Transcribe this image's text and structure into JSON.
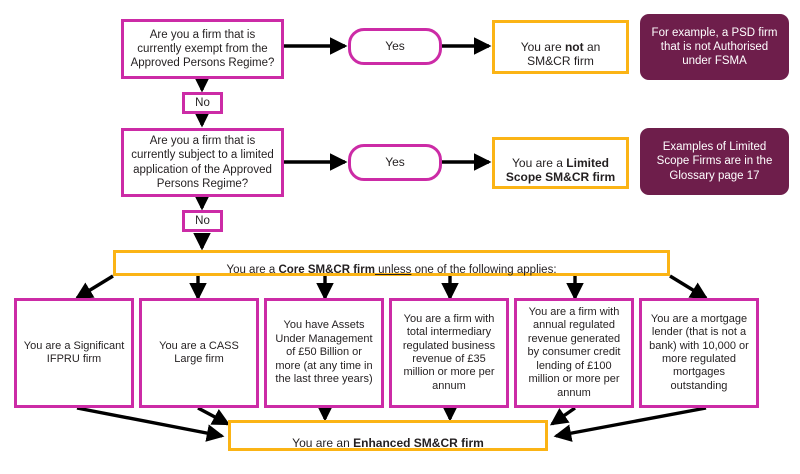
{
  "diagram": {
    "title": "SM&CR firm classification decision flowchart",
    "colors": {
      "magenta": "#CC2BA6",
      "orange": "#FBB415",
      "maroon": "#6E1E4B",
      "text": "#231f20",
      "arrow": "#000000",
      "background": "#ffffff"
    },
    "questions": [
      {
        "id": "q1",
        "text": "Are you a firm that is currently exempt from the Approved Persons Regime?"
      },
      {
        "id": "q2",
        "text": "Are you a firm that is currently subject to a limited application of the Approved Persons Regime?"
      }
    ],
    "branch_labels": {
      "yes_1": "Yes",
      "yes_2": "Yes",
      "no_1": "No",
      "no_2": "No"
    },
    "outcomes": [
      {
        "id": "outcome-not-smcr",
        "prefix": "You are ",
        "strong": "not",
        "suffix": " an SM&CR firm"
      },
      {
        "id": "outcome-limited-scope",
        "prefix": "You are a ",
        "strong": "Limited Scope SM&CR firm",
        "suffix": ""
      }
    ],
    "notes": [
      {
        "id": "note-psd",
        "text": "For example, a PSD firm that is not Authorised under FSMA"
      },
      {
        "id": "note-glossary",
        "text": "Examples of Limited Scope Firms are in the Glossary page 17"
      }
    ],
    "core_banner": {
      "prefix": "You are a ",
      "strong": "Core SM&CR firm",
      "underlined": " unless",
      "suffix": " one of the following applies:"
    },
    "criteria": [
      {
        "id": "crit-ifpru",
        "text": "You are a Significant IFPRU firm"
      },
      {
        "id": "crit-cass",
        "text": "You are a CASS Large firm"
      },
      {
        "id": "crit-aum",
        "text": "You have Assets Under Management of £50 Billion or more (at any time in the last three years)"
      },
      {
        "id": "crit-intermediary-revenue",
        "text": "You are a firm with total intermediary regulated business revenue of £35 million or more per annum"
      },
      {
        "id": "crit-consumer-credit",
        "text": "You are a firm with annual regulated revenue generated by consumer credit lending of £100 million or more per annum"
      },
      {
        "id": "crit-mortgage-lender",
        "text": "You are a mortgage lender (that is not a bank) with 10,000 or more regulated mortgages outstanding"
      }
    ],
    "final_outcome": {
      "prefix": "You are an ",
      "strong": "Enhanced SM&CR firm",
      "suffix": ""
    }
  }
}
